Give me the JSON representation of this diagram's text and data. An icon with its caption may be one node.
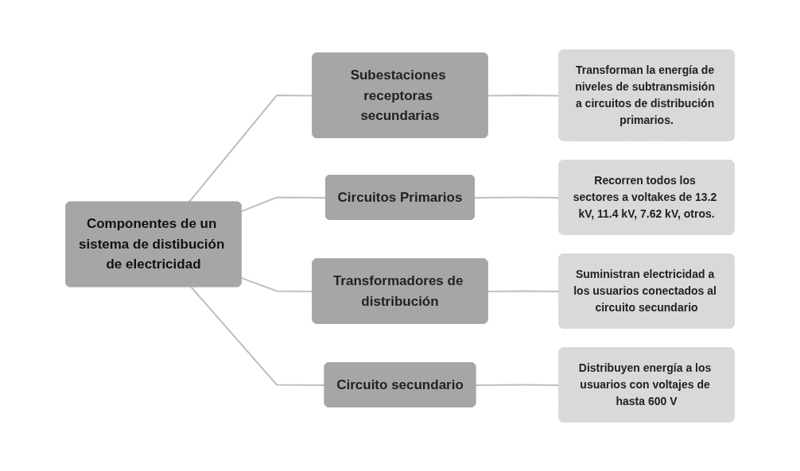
{
  "diagram": {
    "nodes": [
      {
        "text": [
          "Componentes de un sistema de distibución de electricidad"
        ]
      },
      {
        "text": [
          "Subestaciones receptoras secundarias"
        ]
      },
      {
        "text": [
          "Circuitos Primarios"
        ]
      },
      {
        "text": [
          "Transformadores de distribución"
        ]
      },
      {
        "text": [
          "Circuito secundario"
        ]
      },
      {
        "text": [
          "Transforman la energía de niveles de subtransmisión a circuitos de distribución primarios."
        ]
      },
      {
        "text": [
          "Recorren todos los sectores a voltakes de 13.2 kV, 11.4 kV, 7.62 kV, otros."
        ]
      },
      {
        "text": [
          "Suministran electricidad a los usuarios conectados al circuito secundario"
        ]
      },
      {
        "text": [
          "Distribuyen energía a los usuarios con voltajes de hasta 600 V"
        ]
      }
    ],
    "edges": [
      {
        "from": 0,
        "to": 1,
        "arrow": "none"
      },
      {
        "from": 0,
        "to": 2,
        "arrow": "none"
      },
      {
        "from": 0,
        "to": 3,
        "arrow": "none"
      },
      {
        "from": 0,
        "to": 4,
        "arrow": "none"
      },
      {
        "from": 1,
        "to": 5,
        "arrow": "none"
      },
      {
        "from": 2,
        "to": 6,
        "arrow": "none"
      },
      {
        "from": 3,
        "to": 7,
        "arrow": "none"
      },
      {
        "from": 4,
        "to": 8,
        "arrow": "none"
      }
    ]
  }
}
